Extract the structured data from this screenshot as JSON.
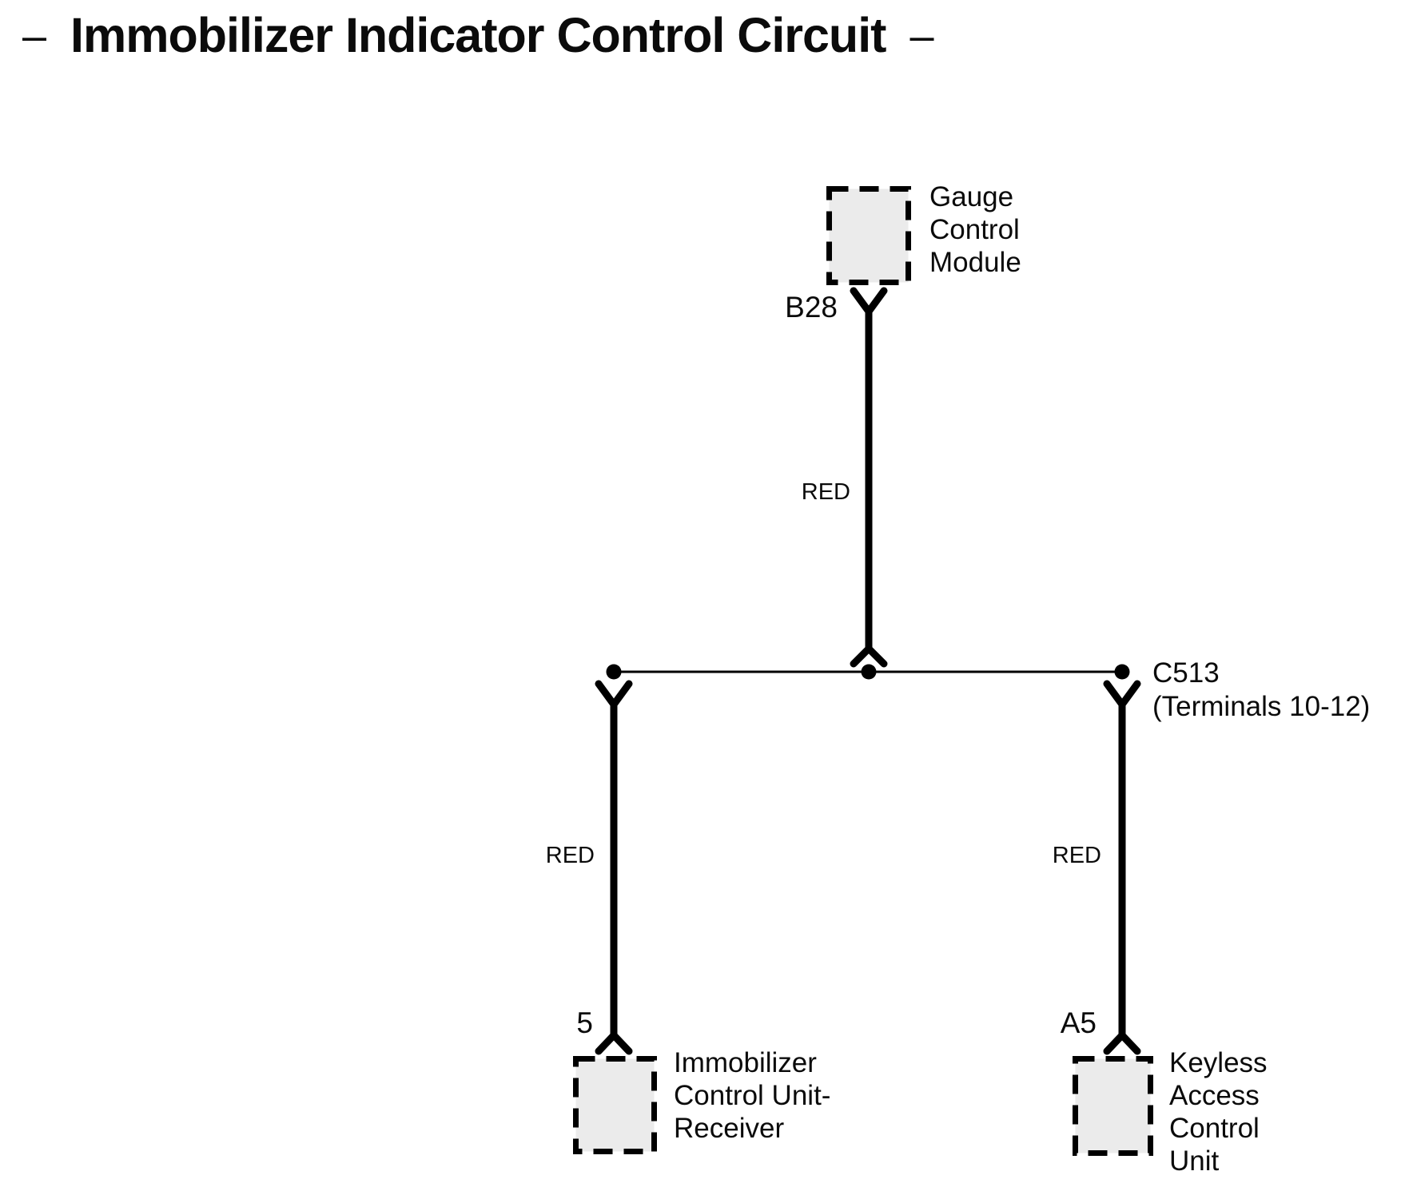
{
  "title": {
    "leading_dash": "–",
    "text": "Immobilizer Indicator Control Circuit",
    "trailing_dash": "–"
  },
  "colors": {
    "diagram_black": "#000000",
    "component_box_fill": "#ebebeb",
    "background": "#ffffff"
  },
  "components": {
    "gauge_control_module": {
      "name_lines": [
        "Gauge",
        "Control",
        "Module"
      ],
      "terminal": "B28"
    },
    "immobilizer_control_unit_receiver": {
      "name_lines": [
        "Immobilizer",
        "Control Unit-",
        "Receiver"
      ],
      "terminal": "5"
    },
    "keyless_access_control_unit": {
      "name_lines": [
        "Keyless",
        "Access",
        "Control",
        "Unit"
      ],
      "terminal": "A5"
    }
  },
  "splice": {
    "id": "C513",
    "detail": "(Terminals 10-12)"
  },
  "wires": {
    "gauge_to_splice": {
      "color": "RED"
    },
    "splice_to_immobilizer": {
      "color": "RED"
    },
    "splice_to_keyless": {
      "color": "RED"
    }
  }
}
